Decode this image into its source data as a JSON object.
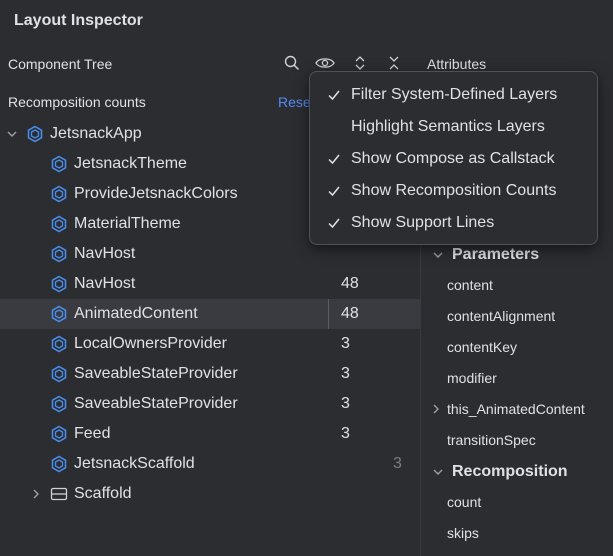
{
  "window": {
    "title": "Layout Inspector"
  },
  "component_tree": {
    "header": "Component Tree",
    "toolbar_icons": [
      "search-icon",
      "eye-icon",
      "expand-icon",
      "collapse-icon"
    ],
    "recomposition_label": "Recomposition counts",
    "reset_label": "Rese",
    "rows": [
      {
        "label": "JetsnackApp",
        "count": "",
        "icon": "compose-icon",
        "expanded": true
      },
      {
        "label": "JetsnackTheme",
        "count": "",
        "icon": "compose-icon"
      },
      {
        "label": "ProvideJetsnackColors",
        "count": "",
        "icon": "compose-icon"
      },
      {
        "label": "MaterialTheme",
        "count": "",
        "icon": "compose-icon"
      },
      {
        "label": "NavHost",
        "count": "",
        "icon": "compose-icon"
      },
      {
        "label": "NavHost",
        "count": "48",
        "icon": "compose-icon"
      },
      {
        "label": "AnimatedContent",
        "count": "48",
        "icon": "compose-icon",
        "selected": true
      },
      {
        "label": "LocalOwnersProvider",
        "count": "3",
        "icon": "compose-icon"
      },
      {
        "label": "SaveableStateProvider",
        "count": "3",
        "icon": "compose-icon"
      },
      {
        "label": "SaveableStateProvider",
        "count": "3",
        "icon": "compose-icon"
      },
      {
        "label": "Feed",
        "count": "3",
        "icon": "compose-icon"
      },
      {
        "label": "JetsnackScaffold",
        "count": "3",
        "icon": "compose-icon",
        "dim": true
      },
      {
        "label": "Scaffold",
        "count": "",
        "icon": "layout-icon",
        "collapsed": true
      }
    ]
  },
  "attributes": {
    "header": "Attributes",
    "parameters_title": "Parameters",
    "parameters": [
      "content",
      "contentAlignment",
      "contentKey",
      "modifier",
      "this_AnimatedContent",
      "transitionSpec"
    ],
    "recomposition_title": "Recomposition",
    "recomposition": [
      "count",
      "skips"
    ]
  },
  "view_options_menu": {
    "items": [
      {
        "label": "Filter System-Defined Layers",
        "checked": true
      },
      {
        "label": "Highlight Semantics Layers",
        "checked": false
      },
      {
        "label": "Show Compose as Callstack",
        "checked": true
      },
      {
        "label": "Show Recomposition Counts",
        "checked": true
      },
      {
        "label": "Show Support Lines",
        "checked": true
      }
    ]
  },
  "colors": {
    "background": "#2b2d30",
    "selection": "#393b40",
    "link": "#548af7",
    "compose_icon": "#4a8ff0",
    "text": "#dfe1e5"
  }
}
